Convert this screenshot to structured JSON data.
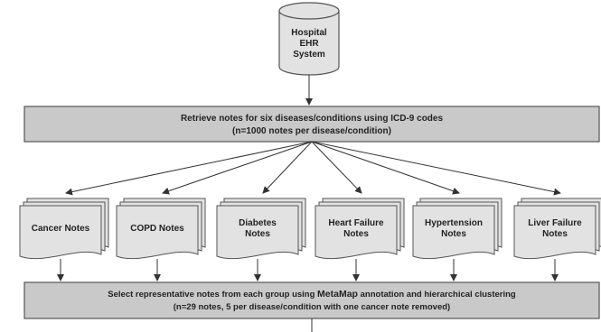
{
  "source": {
    "lines": [
      "Hospital",
      "EHR",
      "System"
    ]
  },
  "retrieve": {
    "line1": "Retrieve notes for six diseases/conditions  using ICD-9 codes",
    "line2": "(n=1000 notes per disease/condition)"
  },
  "groups": [
    {
      "lines": [
        "Cancer Notes"
      ]
    },
    {
      "lines": [
        "COPD Notes"
      ]
    },
    {
      "lines": [
        "Diabetes",
        "Notes"
      ]
    },
    {
      "lines": [
        "Heart Failure",
        "Notes"
      ]
    },
    {
      "lines": [
        "Hypertension",
        "Notes"
      ]
    },
    {
      "lines": [
        "Liver Failure",
        "Notes"
      ]
    }
  ],
  "select": {
    "line1_pre": "Select representative notes from each group using ",
    "line1_bold": "MetaMap",
    "line1_post": " annotation and hierarchical clustering",
    "line2": "(n=29 notes, 5 per disease/condition with one cancer note removed)"
  },
  "colors": {
    "box_fill": "#c9c9c9",
    "doc_fill": "#e2e2e2",
    "stroke": "#555555",
    "arrow": "#333333"
  }
}
